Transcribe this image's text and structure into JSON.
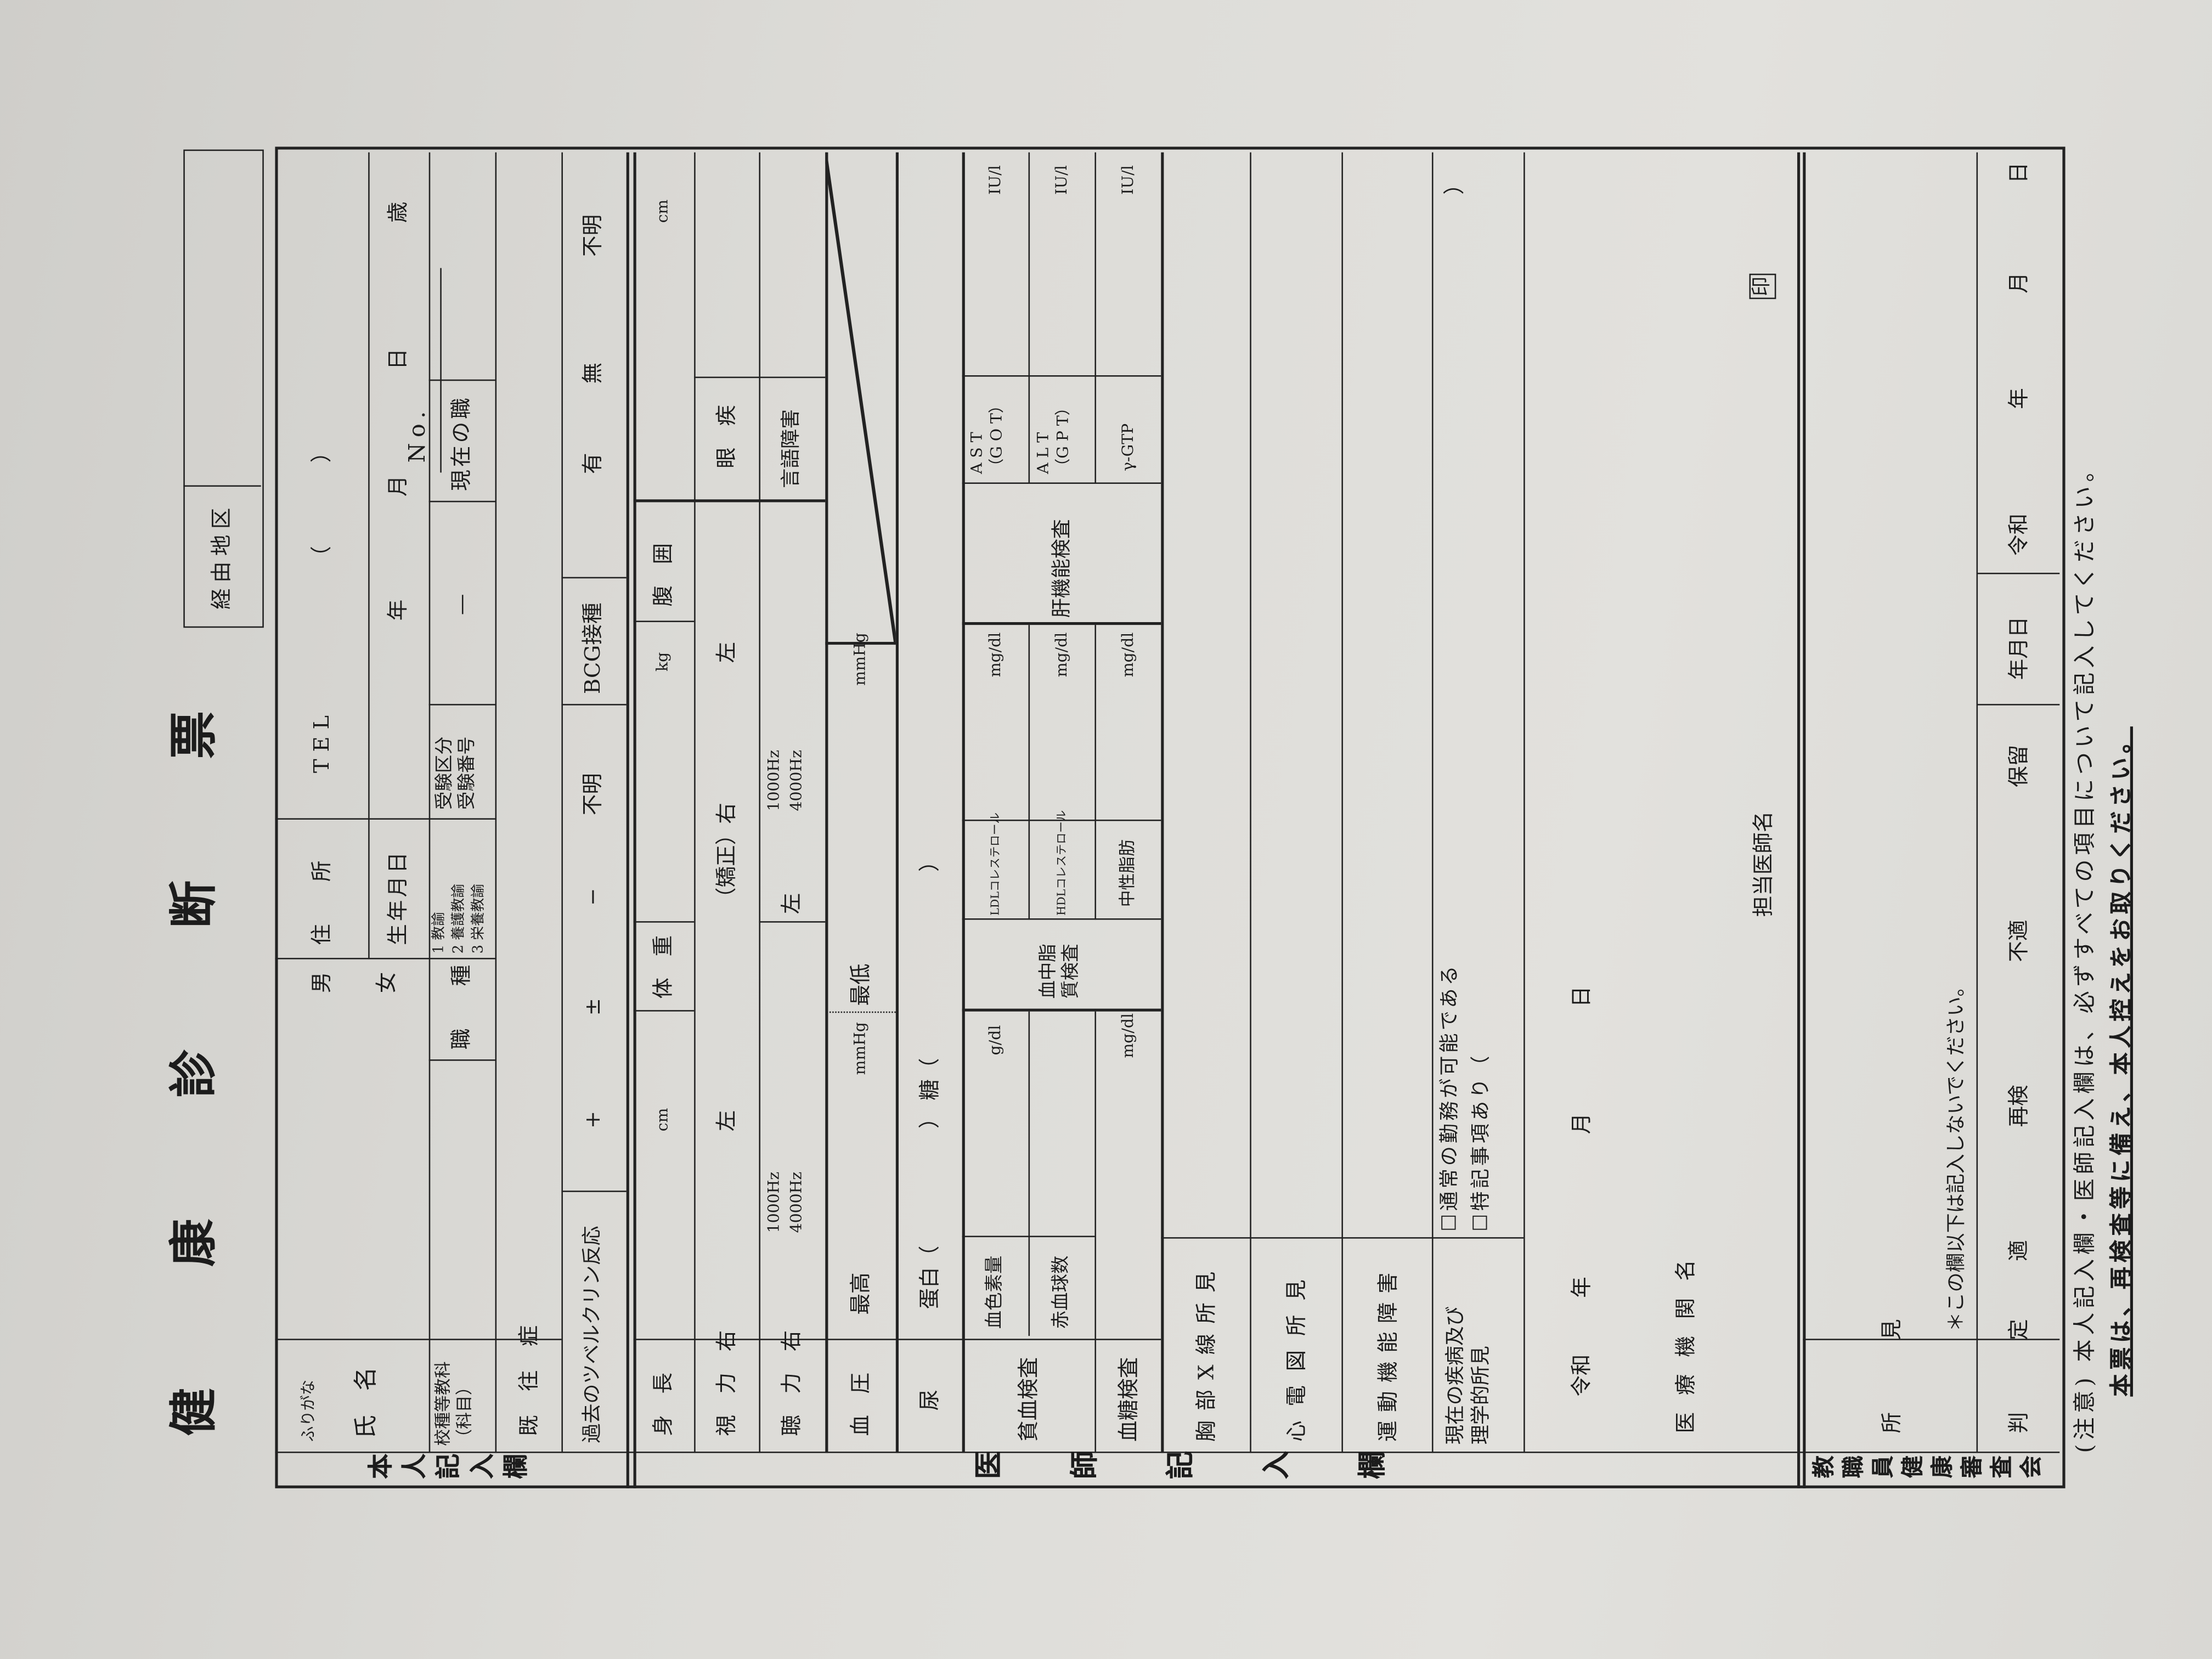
{
  "header": {
    "title": "健康診断票",
    "number_label": "No.",
    "route_area_label": "経由地区"
  },
  "self_section": {
    "label": "本人記入欄",
    "furigana": "ふりがな",
    "name": "氏　名",
    "male": "男",
    "female": "女",
    "address": "住　　所",
    "tel": "TEL",
    "tel_open": "（",
    "tel_close": "）",
    "birth_date": "生年月日",
    "year": "年",
    "month": "月",
    "day": "日",
    "age": "歳",
    "subject_line1": "校種等教科",
    "subject_line2": "（科目）",
    "job_type": "職　　種",
    "job_options": [
      "1 教諭",
      "2 養護教諭",
      "3 栄養教諭"
    ],
    "exam_line1": "受験区分",
    "exam_line2": "受験番号",
    "exam_dash": "—",
    "current_job": "現在の職",
    "medical_history": "既 往 症",
    "tuberculin": "過去のツベルクリン反応",
    "tuberculin_options": [
      "+",
      "±",
      "−",
      "不明"
    ],
    "bcg": "BCG接種",
    "bcg_options": [
      "有",
      "無",
      "不明"
    ]
  },
  "doctor_section": {
    "label": "医師記入欄",
    "height": "身　長",
    "height_unit": "cm",
    "weight": "体　重",
    "weight_unit": "kg",
    "waist": "腹　囲",
    "waist_unit": "cm",
    "vision": "視　力　右",
    "left": "左",
    "corrected_right": "（矯正）右",
    "eye_disease": "眼　疾",
    "hearing": "聴　力　右",
    "hz1": "1000Hz",
    "hz2": "4000Hz",
    "speech": "言語障害",
    "bp": "血　圧",
    "bp_high": "最高",
    "bp_low": "最低",
    "mmhg": "mmHg",
    "urine": "尿",
    "protein": "蛋白（",
    "close": "）",
    "sugar": "糖（",
    "anemia": "貧血検査",
    "hemoglobin": "血色素量",
    "rbc": "赤血球数",
    "gdl": "g/dl",
    "lipid_line1": "血中脂",
    "lipid_line2": "質検査",
    "ldl": "LDLコレステロール",
    "hdl": "HDLコレステロール",
    "tg": "中性脂肪",
    "mgdl": "mg/dl",
    "liver": "肝機能検査",
    "ast_line1": "A S T",
    "ast_line2": "（G O T）",
    "alt_line1": "A L T",
    "alt_line2": "（G P T）",
    "ggtp": "γ-GTP",
    "iul": "IU/l",
    "glucose": "血糖検査",
    "chest_xray": "胸部X線所見",
    "ecg": "心電図所見",
    "motor": "運動機能障害",
    "findings_line1": "現在の疾病及び",
    "findings_line2": "理学的所見",
    "check_normal": "☐通常の勤務が可能である",
    "check_special": "☐特記事項あり（",
    "check_close": "）",
    "reiwa": "令和",
    "year": "年",
    "month": "月",
    "day": "日",
    "institution": "医療機関名",
    "doctor_name": "担当医師名",
    "seal": "印"
  },
  "committee_section": {
    "label": "教職員健康審査会",
    "do_not_fill": "＊この欄以下は記入しないでください。",
    "findings": "所　見",
    "judgment": "判　定",
    "judgment_options": [
      "適",
      "再検",
      "不適",
      "保留"
    ],
    "date_label": "年月日",
    "reiwa": "令和",
    "year": "年",
    "month": "月",
    "day": "日"
  },
  "notes": {
    "note1": "(注意) 本人記入欄・医師記入欄は、必ずすべての項目について記入してください。",
    "note2": "本票は、再検査等に備え、本人控えをお取りください。"
  }
}
